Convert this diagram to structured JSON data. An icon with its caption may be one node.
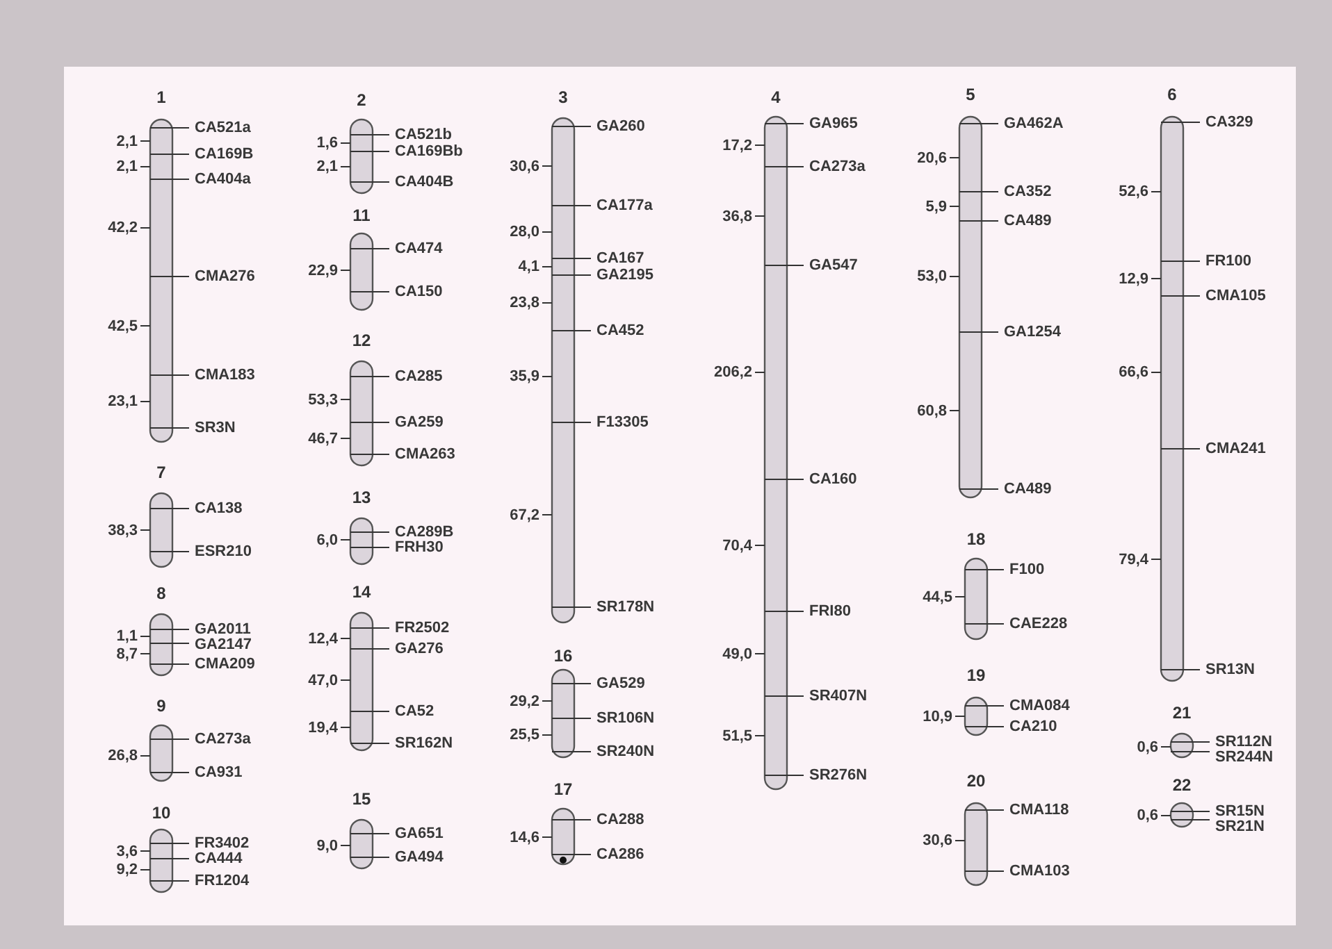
{
  "diagram": {
    "nodes": [
      {
        "text": [
          "1"
        ],
        "beside": [
          "CA521a",
          "2,1",
          "CA169B",
          "2,1",
          "CA404a",
          "42,2",
          "CMA276",
          "42,5",
          "CMA183",
          "23,1",
          "SR3N"
        ]
      },
      {
        "text": [
          "2"
        ],
        "beside": [
          "CA521b",
          "1,6",
          "CA169Bb",
          "2,1",
          "CA404B"
        ]
      },
      {
        "text": [
          "3"
        ],
        "beside": [
          "GA260",
          "30,6",
          "CA177a",
          "28,0",
          "CA167",
          "4,1",
          "GA2195",
          "23,8",
          "CA452",
          "35,9",
          "F13305",
          "67,2",
          "SR178N"
        ]
      },
      {
        "text": [
          "4"
        ],
        "beside": [
          "GA965",
          "17,2",
          "CA273a",
          "36,8",
          "GA547",
          "206,2",
          "CA160",
          "70,4",
          "FRI80",
          "49,0",
          "SR407N",
          "51,5",
          "SR276N"
        ]
      },
      {
        "text": [
          "5"
        ],
        "beside": [
          "GA462A",
          "20,6",
          "CA352",
          "5,9",
          "CA489",
          "53,0",
          "GA1254",
          "60,8",
          "CA489"
        ]
      },
      {
        "text": [
          "6"
        ],
        "beside": [
          "CA329",
          "52,6",
          "FR100",
          "12,9",
          "CMA105",
          "66,6",
          "CMA241",
          "79,4",
          "SR13N"
        ]
      },
      {
        "text": [
          "7"
        ],
        "beside": [
          "CA138",
          "38,3",
          "ESR210"
        ]
      },
      {
        "text": [
          "8"
        ],
        "beside": [
          "GA2011",
          "1,1",
          "GA2147",
          "8,7",
          "CMA209"
        ]
      },
      {
        "text": [
          "9"
        ],
        "beside": [
          "CA273a",
          "26,8",
          "CA931"
        ]
      },
      {
        "text": [
          "10"
        ],
        "beside": [
          "FR3402",
          "3,6",
          "CA444",
          "9,2",
          "FR1204"
        ]
      },
      {
        "text": [
          "11"
        ],
        "beside": [
          "CA474",
          "22,9",
          "CA150"
        ]
      },
      {
        "text": [
          "12"
        ],
        "beside": [
          "CA285",
          "53,3",
          "GA259",
          "46,7",
          "CMA263"
        ]
      },
      {
        "text": [
          "13"
        ],
        "beside": [
          "CA289B",
          "6,0",
          "FRH30"
        ]
      },
      {
        "text": [
          "14"
        ],
        "beside": [
          "FR2502",
          "12,4",
          "GA276",
          "47,0",
          "CA52",
          "19,4",
          "SR162N"
        ]
      },
      {
        "text": [
          "15"
        ],
        "beside": [
          "GA651",
          "9,0",
          "GA494"
        ]
      },
      {
        "text": [
          "16"
        ],
        "beside": [
          "GA529",
          "29,2",
          "SR106N",
          "25,5",
          "SR240N"
        ]
      },
      {
        "text": [
          "17"
        ],
        "beside": [
          "CA288",
          "14,6",
          "CA286"
        ]
      },
      {
        "text": [
          "18"
        ],
        "beside": [
          "F100",
          "44,5",
          "CAE228"
        ]
      },
      {
        "text": [
          "19"
        ],
        "beside": [
          "CMA084",
          "10,9",
          "CA210"
        ]
      },
      {
        "text": [
          "20"
        ],
        "beside": [
          "CMA118",
          "30,6",
          "CMA103"
        ]
      },
      {
        "text": [
          "21"
        ],
        "beside": [
          "SR112N",
          "0,6",
          "SR244N"
        ]
      },
      {
        "text": [
          "22"
        ],
        "beside": [
          "SR15N",
          "0,6",
          "SR21N"
        ]
      }
    ]
  }
}
